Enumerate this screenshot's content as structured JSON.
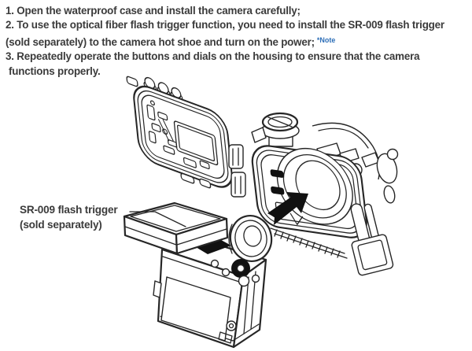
{
  "instructions": {
    "line1": "1. Open the waterproof case and install the camera carefully;",
    "line2": "2. To use the optical fiber flash trigger function, you need to install the SR-009 flash trigger",
    "line3": "(sold separately) to the camera hot shoe and turn on the power;",
    "note_ref": "*Note",
    "line4": "3. Repeatedly operate the buttons and dials on the housing to ensure that the camera",
    "line5": "functions properly."
  },
  "callout": {
    "line1": "SR-009 flash trigger",
    "line2": "(sold separately)"
  },
  "diagram": {
    "parts": [
      "case-back-half",
      "case-hinge",
      "case-front-half",
      "top-dial",
      "top-accessories",
      "seal-hatching",
      "latch-assembly",
      "insertion-arrow",
      "camera-body",
      "lens-barrel",
      "camera-top-controls",
      "viewfinder-block",
      "sr009-flash-trigger",
      "callout-leader-line"
    ]
  },
  "colors": {
    "line": "#262626",
    "text": "#3b3b3b",
    "note": "#2e6fb8",
    "fill": "#ffffff",
    "black_fill": "#111111",
    "background": "#ffffff"
  }
}
